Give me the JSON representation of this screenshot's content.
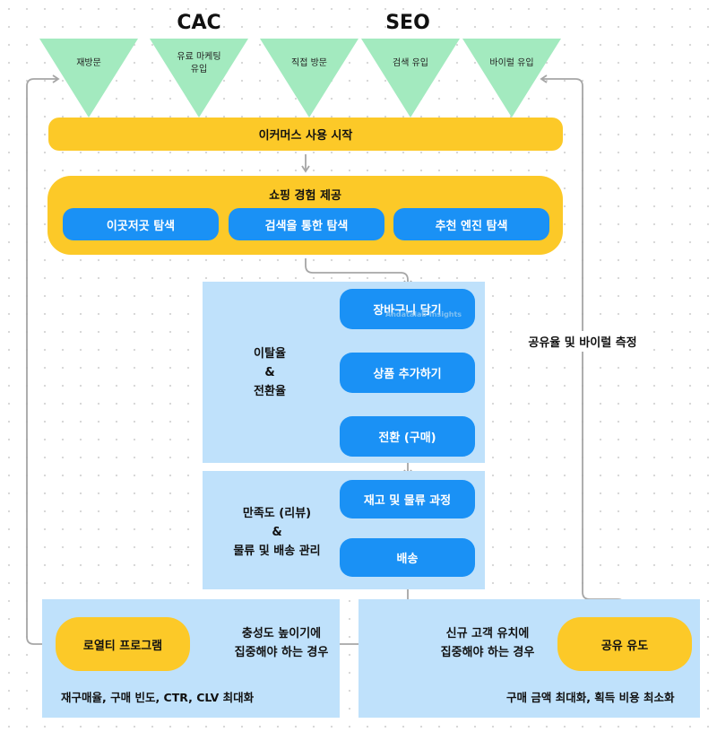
{
  "headers": {
    "cac": "CAC",
    "seo": "SEO"
  },
  "channels": [
    "재방문",
    "유료 마케팅\n유입",
    "직접 방문",
    "검색 유입",
    "바이럴 유입"
  ],
  "start_bar": "이커머스 사용 시작",
  "shopping": {
    "title": "쇼핑 경험 제공",
    "options": [
      "이곳저곳 탐색",
      "검색을 통한 탐색",
      "추천 엔진 탐색"
    ]
  },
  "funnel": {
    "label": [
      "이탈율",
      "&",
      "전환율"
    ],
    "steps": [
      "장바구니 담기",
      "상품 추가하기",
      "전환 (구매)"
    ],
    "overlay": "Andatalab Insights"
  },
  "fulfillment": {
    "label": [
      "만족도 (리뷰)",
      "&",
      "물류 및 배송 관리"
    ],
    "steps": [
      "재고 및 물류 과정",
      "배송"
    ]
  },
  "loyalty": {
    "button": "로열티 프로그램",
    "condition": [
      "충성도 높이기에",
      "집중해야 하는 경우"
    ],
    "goal": "재구매율, 구매 빈도, CTR, CLV 최대화"
  },
  "sharing": {
    "button": "공유 유도",
    "condition": [
      "신규 고객 유치에",
      "집중해야 하는 경우"
    ],
    "goal": "구매 금액 최대화, 획득 비용 최소화"
  },
  "side_label": "공유율 및 바이럴 측정",
  "colors": {
    "yellow": "#fcc928",
    "blue": "#1a91f5",
    "green": "#a3eabf",
    "panel": "#bfe1fb",
    "arrow": "#a6a6a6"
  }
}
